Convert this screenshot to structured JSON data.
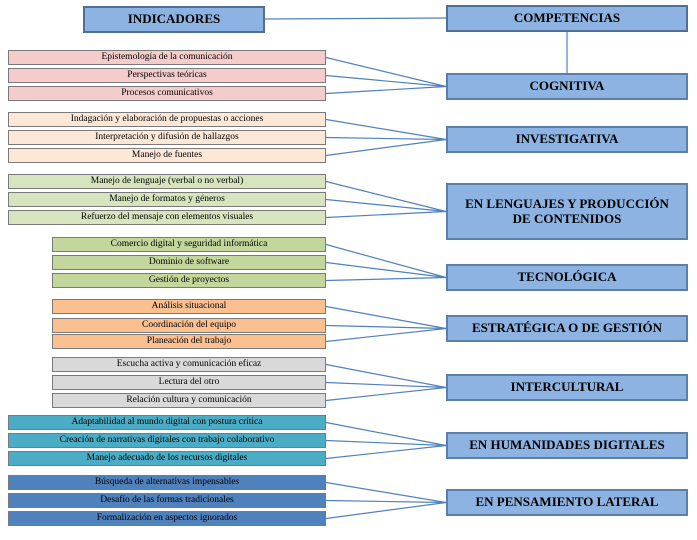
{
  "headers": {
    "indicators": "INDICADORES",
    "competencies": "COMPETENCIAS"
  },
  "colors": {
    "connector": "#4f81bd",
    "competency_fill": "#8db3e2"
  },
  "groups": [
    {
      "competency": "COGNITIVA",
      "fill": "#f4cccc",
      "indicators": [
        "Epistemología de la comunicación",
        "Perspectivas teóricas",
        "Procesos comunicativos"
      ]
    },
    {
      "competency": "INVESTIGATIVA",
      "fill": "#fde8d8",
      "indicators": [
        "Indagación y elaboración de propuestas o acciones",
        "Interpretación y difusión de hallazgos",
        "Manejo de fuentes"
      ]
    },
    {
      "competency": "EN LENGUAJES Y PRODUCCIÓN DE CONTENIDOS",
      "fill": "#d7e4bd",
      "indicators": [
        "Manejo de lenguaje (verbal o no verbal)",
        "Manejo de formatos y géneros",
        "Refuerzo del mensaje con elementos visuales"
      ]
    },
    {
      "competency": "TECNOLÓGICA",
      "fill": "#c3d69b",
      "indicators": [
        "Comercio digital y seguridad informática",
        "Dominio de software",
        "Gestión de proyectos"
      ]
    },
    {
      "competency": "ESTRATÉGICA O DE GESTIÓN",
      "fill": "#fac090",
      "indicators": [
        "Análisis situacional",
        "Coordinación del equipo",
        "Planeación del trabajo"
      ]
    },
    {
      "competency": "INTERCULTURAL",
      "fill": "#d9d9d9",
      "indicators": [
        "Escucha activa y comunicación eficaz",
        "Lectura del otro",
        "Relación cultura y comunicación"
      ]
    },
    {
      "competency": "EN HUMANIDADES DIGITALES",
      "fill": "#4bacc6",
      "indicators": [
        "Adaptabilidad al mundo digital con postura crítica",
        "Creación de narrativas digitales con trabajo colaborativo",
        "Manejo adecuado de los recursos digitales"
      ]
    },
    {
      "competency": "EN PENSAMIENTO LATERAL",
      "fill": "#4f81bd",
      "indicators": [
        "Búsqueda de alternativas impensables",
        "Desafío de las formas tradicionales",
        "Formalización en aspectos ignorados"
      ]
    }
  ]
}
